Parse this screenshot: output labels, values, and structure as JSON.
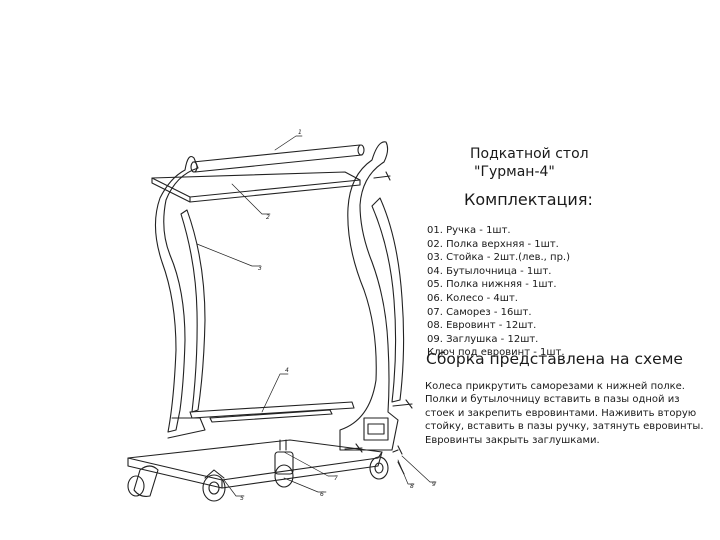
{
  "title": {
    "line1": "Подкатной стол",
    "line2": "\"Гурман-4\""
  },
  "kit_heading": "Комплектация:",
  "parts": [
    "01. Ручка - 1шт.",
    "02. Полка верхняя - 1шт.",
    "03. Стойка - 2шт.(лев., пр.)",
    "04. Бутылочница - 1шт.",
    "05. Полка нижняя - 1шт.",
    "06. Колесо - 4шт.",
    "07. Саморез - 16шт.",
    "08. Евровинт - 12шт.",
    "09. Заглушка - 12шт.",
    "Ключ под евровинт - 1шт."
  ],
  "assembly_heading": "Сборка представлена на схеме",
  "instructions": [
    "Колеса прикрутить саморезами к нижней полке.",
    "Полки и бутылочницу вставить в пазы одной из",
    "стоек и закрепить евровинтами. Наживить вторую",
    "стойку, вставить в пазы ручку, затянуть евровинты.",
    "Евровинты закрыть заглушками."
  ],
  "callouts": [
    "1",
    "2",
    "3",
    "4",
    "5",
    "6",
    "7",
    "8",
    "9"
  ]
}
